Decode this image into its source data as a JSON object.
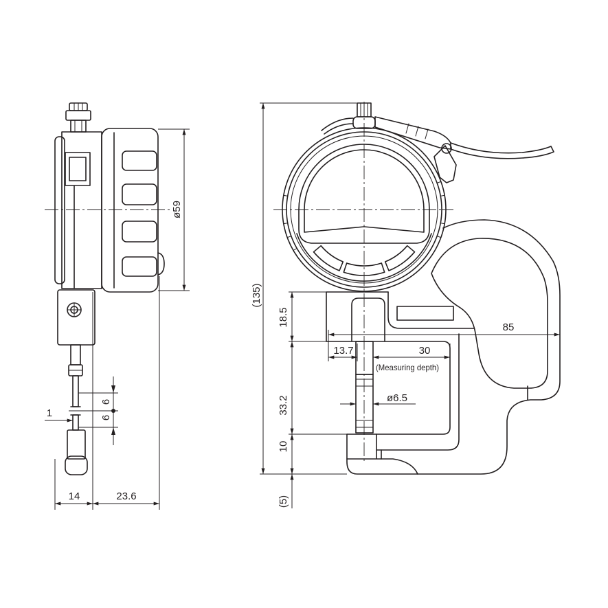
{
  "colors": {
    "line": "#231f20",
    "background": "#ffffff"
  },
  "side_view": {
    "diameter_label": "ø59",
    "offset_label": "1",
    "upper_gap_label": "6",
    "lower_gap_label": "6",
    "width_left_label": "14",
    "width_right_label": "23.6"
  },
  "front_view": {
    "overall_height_label": "(135)",
    "height_top_label": "18.5",
    "height_mid_label": "33.2",
    "height_bottom_label": "10",
    "height_base_label": "(5)",
    "spindle_offset_label": "13.7",
    "depth_label": "30",
    "depth_note": "(Measuring depth)",
    "spindle_diameter_label": "ø6.5",
    "width_label": "85"
  }
}
